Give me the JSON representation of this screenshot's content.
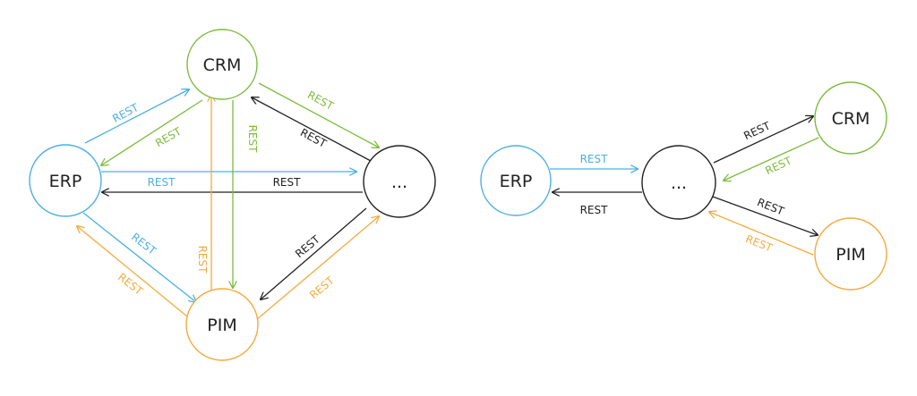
{
  "colors": {
    "erp": "#4ab0e0",
    "crm": "#7dbb3c",
    "pim": "#f2ab3c",
    "hub": "#222222"
  },
  "left_diagram": {
    "nodes": {
      "crm": "CRM",
      "erp": "ERP",
      "pim": "PIM",
      "hub": "..."
    },
    "edge_labels": {
      "erp_crm": "REST",
      "crm_erp": "REST",
      "erp_hub": "REST",
      "hub_erp": "REST",
      "crm_hub": "REST",
      "hub_crm": "REST",
      "crm_pim": "REST",
      "pim_crm": "REST",
      "erp_pim": "REST",
      "pim_erp": "REST",
      "hub_pim": "REST",
      "pim_hub": "REST"
    }
  },
  "right_diagram": {
    "nodes": {
      "erp": "ERP",
      "hub": "...",
      "crm": "CRM",
      "pim": "PIM"
    },
    "edge_labels": {
      "erp_hub": "REST",
      "hub_erp": "REST",
      "hub_crm": "REST",
      "crm_hub": "REST",
      "hub_pim": "REST",
      "pim_hub": "REST"
    }
  }
}
